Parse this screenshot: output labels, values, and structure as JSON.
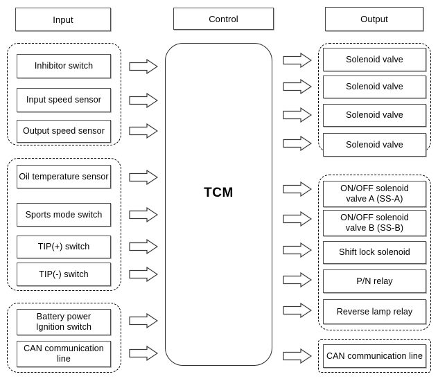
{
  "diagram": {
    "title_bold_center": "TCM",
    "headers": [
      {
        "label": "Input"
      },
      {
        "label": "Control"
      },
      {
        "label": "Output"
      }
    ],
    "input_groups": [
      {
        "name": "sensor-group",
        "items": [
          {
            "label": "Inhibitor switch"
          },
          {
            "label": "Input speed sensor"
          },
          {
            "label": "Output speed sensor"
          }
        ]
      },
      {
        "name": "switch-group",
        "items": [
          {
            "label": "Oil temperature sensor"
          },
          {
            "label": "Sports mode switch"
          },
          {
            "label": "TIP(+) switch"
          },
          {
            "label": "TIP(-) switch"
          }
        ]
      },
      {
        "name": "power-group",
        "items": [
          {
            "label": "Battery power\nIgnition switch"
          },
          {
            "label": "CAN communication\nline"
          }
        ]
      }
    ],
    "output_groups": [
      {
        "name": "solenoid-valve-group",
        "items": [
          {
            "label": "Solenoid valve"
          },
          {
            "label": "Solenoid valve"
          },
          {
            "label": "Solenoid valve"
          },
          {
            "label": "Solenoid valve"
          }
        ]
      },
      {
        "name": "onoff-solenoid-group",
        "items": [
          {
            "label": "ON/OFF solenoid\nvalve A (SS-A)"
          },
          {
            "label": "ON/OFF solenoid\nvalve B (SS-B)"
          },
          {
            "label": "Shift lock solenoid"
          },
          {
            "label": "P/N relay"
          },
          {
            "label": "Reverse lamp relay"
          }
        ]
      },
      {
        "name": "can-output-group",
        "items": [
          {
            "label": "CAN communication line"
          }
        ]
      }
    ],
    "colors": {
      "line": "#4d4d4d",
      "shadow": "#9a9a9a",
      "dashed": "#000000",
      "text": "#000000",
      "background": "#ffffff"
    },
    "arrows": {
      "icon": "block-arrow-right-icon",
      "count_left": 9,
      "count_right": 10
    }
  }
}
